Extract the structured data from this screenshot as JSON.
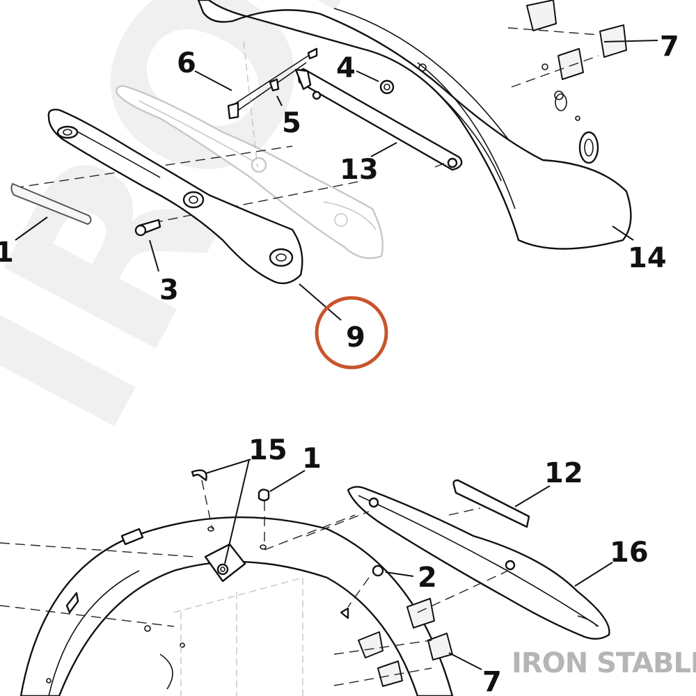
{
  "diagram": {
    "callouts": {
      "c1_top": "1",
      "c3": "3",
      "c4": "4",
      "c5": "5",
      "c6": "6",
      "c7_top": "7",
      "c9": "9",
      "c13": "13",
      "c14": "14",
      "c15": "15",
      "c1_bottom": "1",
      "c12": "12",
      "c16": "16",
      "c2": "2",
      "c7_bottom": "7"
    },
    "highlighted_callout": "9",
    "highlight_color": "#c8552b",
    "brand": "IRON STABLE",
    "watermark": "IRON STABLE"
  }
}
